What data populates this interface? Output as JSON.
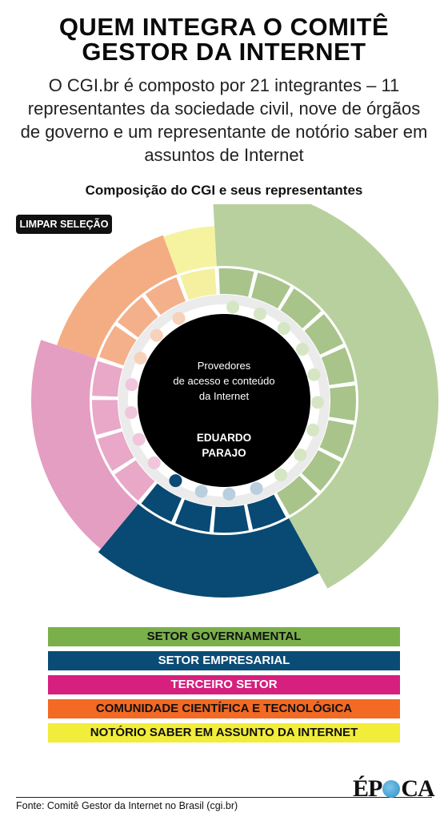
{
  "header": {
    "title_line1": "QUEM INTEGRA O COMITÊ",
    "title_line2": "GESTOR DA INTERNET",
    "subtitle": "O CGI.br é composto por 21 integrantes – 11 representantes da sociedade civil, nove de órgãos de governo e um representante de notório saber em assuntos de Internet"
  },
  "chart_title": "Composição do CGI e seus representantes",
  "clear_button": "LIMPAR SELEÇÃO",
  "center": {
    "line1": "Provedores",
    "line2": "de acesso e conteúdo",
    "line3": "da Internet",
    "name_line1": "EDUARDO",
    "name_line2": "PARAJO"
  },
  "colors": {
    "gov_outer": "#b8d09e",
    "gov_seg": "#a8c48a",
    "gov_dot": "#d6e6c4",
    "emp_outer": "#084a73",
    "emp_seg": "#084a73",
    "emp_dot": "#b9cfdd",
    "ter_outer": "#e49ec1",
    "ter_seg": "#e9a8c8",
    "ter_dot": "#f1c6dc",
    "com_outer": "#f4ad82",
    "com_seg": "#f4b08a",
    "com_dot": "#f8d1bb",
    "not_outer": "#f6f3a0",
    "not_seg": "#f4f0a0",
    "selected_dot": "#084a73",
    "legend_gov": "#7ab04a",
    "legend_emp": "#0a4c75",
    "legend_ter": "#d61f7f",
    "legend_com": "#f26a24",
    "legend_not": "#f2ec3a"
  },
  "legend": [
    {
      "label": "SETOR GOVERNAMENTAL",
      "color": "#7ab04a",
      "text": "#111111"
    },
    {
      "label": "SETOR EMPRESARIAL",
      "color": "#0a4c75",
      "text": "#ffffff"
    },
    {
      "label": "TERCEIRO SETOR",
      "color": "#d61f7f",
      "text": "#ffffff"
    },
    {
      "label": "COMUNIDADE CIENTÍFICA E TECNOLÓGICA",
      "color": "#f26a24",
      "text": "#111111"
    },
    {
      "label": "NOTÓRIO SABER EM ASSUNTO DA INTERNET",
      "color": "#f2ec3a",
      "text": "#111111"
    }
  ],
  "sectors": [
    {
      "key": "gov",
      "members": 9
    },
    {
      "key": "emp",
      "members": 4
    },
    {
      "key": "ter",
      "members": 4
    },
    {
      "key": "com",
      "members": 3
    },
    {
      "key": "not",
      "members": 1
    }
  ],
  "selected_member": {
    "sector": "emp",
    "index": 3
  },
  "source": "Fonte: Comitê Gestor da Internet no Brasil (cgi.br)",
  "logo": {
    "left": "ÉP",
    "right": "CA"
  }
}
